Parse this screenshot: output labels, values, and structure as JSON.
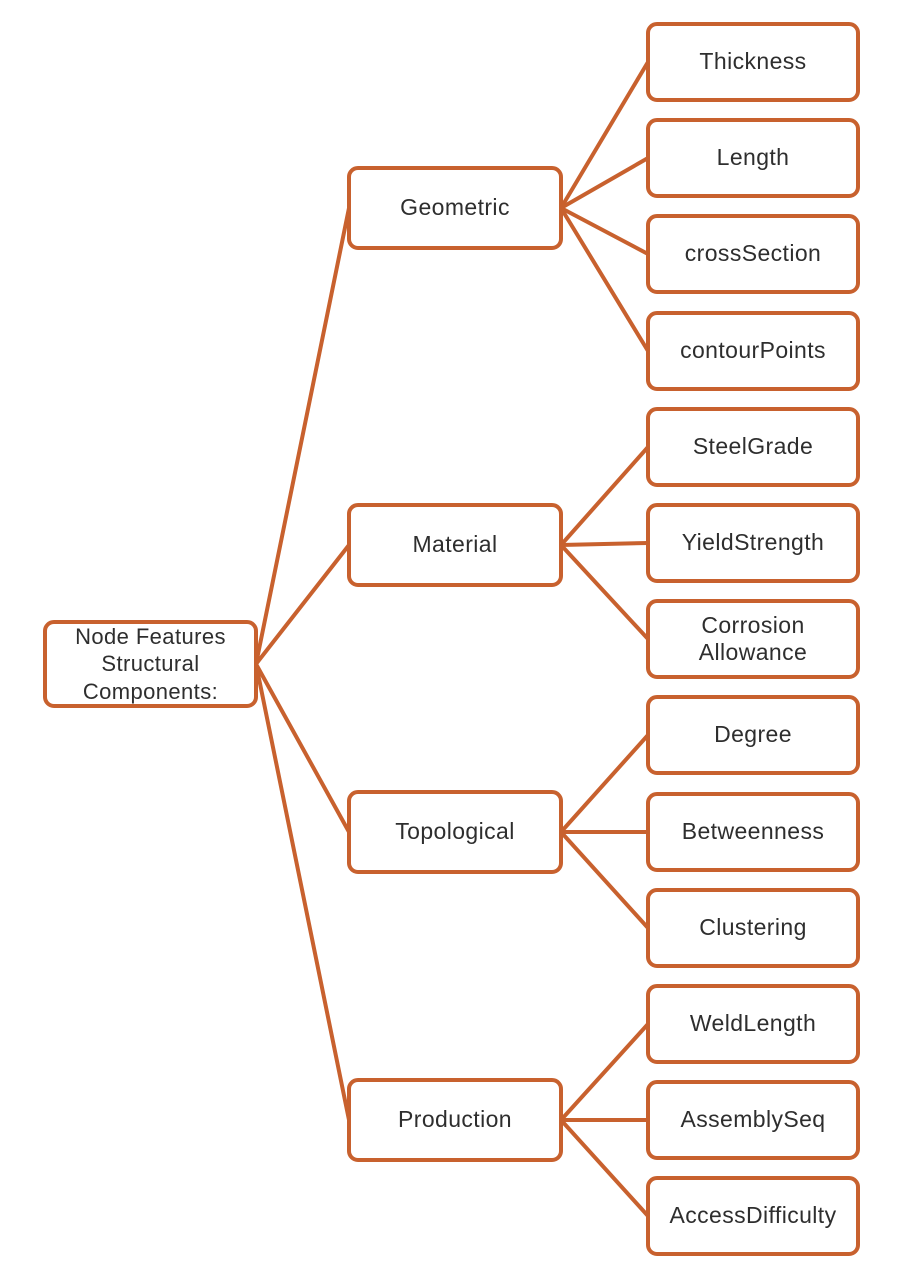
{
  "colors": {
    "accent": "#C8612E",
    "text": "#2E2E2E",
    "background": "#FFFFFF",
    "node_fill": "#FFFFFF"
  },
  "diagram": {
    "type": "tree",
    "root": {
      "label": "Node Features Structural Components:"
    },
    "categories": [
      {
        "label": "Geometric",
        "children": [
          "Thickness",
          "Length",
          "crossSection",
          "contourPoints"
        ]
      },
      {
        "label": "Material",
        "children": [
          "SteelGrade",
          "YieldStrength",
          "Corrosion Allowance"
        ]
      },
      {
        "label": "Topological",
        "children": [
          "Degree",
          "Betweenness",
          "Clustering"
        ]
      },
      {
        "label": "Production",
        "children": [
          "WeldLength",
          "AssemblySeq",
          "AccessDifficulty"
        ]
      }
    ]
  }
}
